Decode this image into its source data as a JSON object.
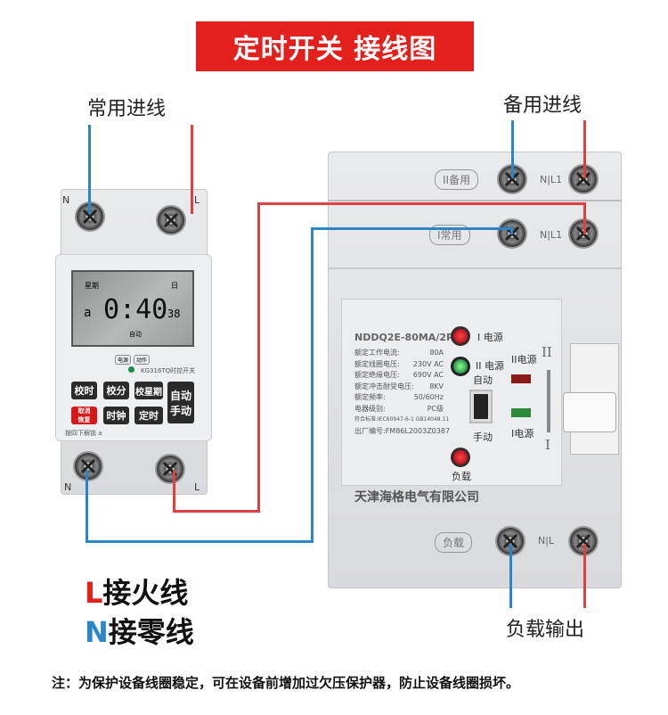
{
  "title": "定时开关 接线图",
  "labels": {
    "normal_in": "常用进线",
    "backup_in": "备用进线",
    "load_out": "负载输出"
  },
  "legend": {
    "l_letter": "L",
    "l_text": "接火线",
    "n_letter": "N",
    "n_text": "接零线"
  },
  "note": "注：为保护设备线圈稳定，可在设备前增加过欠压保护器，防止设备线圈损坏。",
  "timer": {
    "top_n": "N",
    "top_l": "L",
    "bottom_n": "N",
    "bottom_l": "L",
    "lcd": {
      "week_label": "星期",
      "day_label": "日",
      "day_digit": "a",
      "time": "0:40",
      "seconds": "38",
      "mode": "自动"
    },
    "indicators": [
      "电源",
      "动作"
    ],
    "model": "KG316TQ时控开关",
    "buttons": {
      "set_hour": "校时",
      "set_minute": "校分",
      "set_week": "校星期",
      "auto_manual_top": "自动",
      "auto_manual_bottom": "手动",
      "cancel_top": "取消",
      "cancel_bottom": "恢复",
      "clock": "时钟",
      "timer": "定时"
    },
    "unlock_hint": "按四下解锁 a"
  },
  "ats": {
    "backup_tag": "II备用",
    "normal_tag": "I常用",
    "terminal_label": "N|L1",
    "model": "NDDQ2E-80MA/2P",
    "specs": [
      [
        "额定工作电流:",
        "80A"
      ],
      [
        "额定线圈电压:",
        "230V AC"
      ],
      [
        "额定绝缘电压:",
        "690V AC"
      ],
      [
        "额定冲击耐受电压:",
        "8KV"
      ],
      [
        "额定频率:",
        "50/60Hz"
      ],
      [
        "电器级别:",
        "PC级"
      ],
      [
        "符合标准:",
        "IEC60947-6-1 GB14048.11"
      ],
      [
        "出厂编号:",
        "FM86L2003Z0387"
      ]
    ],
    "led_power1": "I 电源",
    "led_power2": "II 电源",
    "auto": "自动",
    "manual": "手动",
    "load": "负载",
    "ind_power2": "II电源",
    "ind_power1": "I电源",
    "arrow_top": "II",
    "arrow_bottom": "I",
    "company": "天津海格电气有限公司",
    "load_tag": "负载",
    "load_terminal": "N|L"
  },
  "colors": {
    "live": "#e04040",
    "neutral": "#2a86c8",
    "title_bg": "#e3201b"
  }
}
